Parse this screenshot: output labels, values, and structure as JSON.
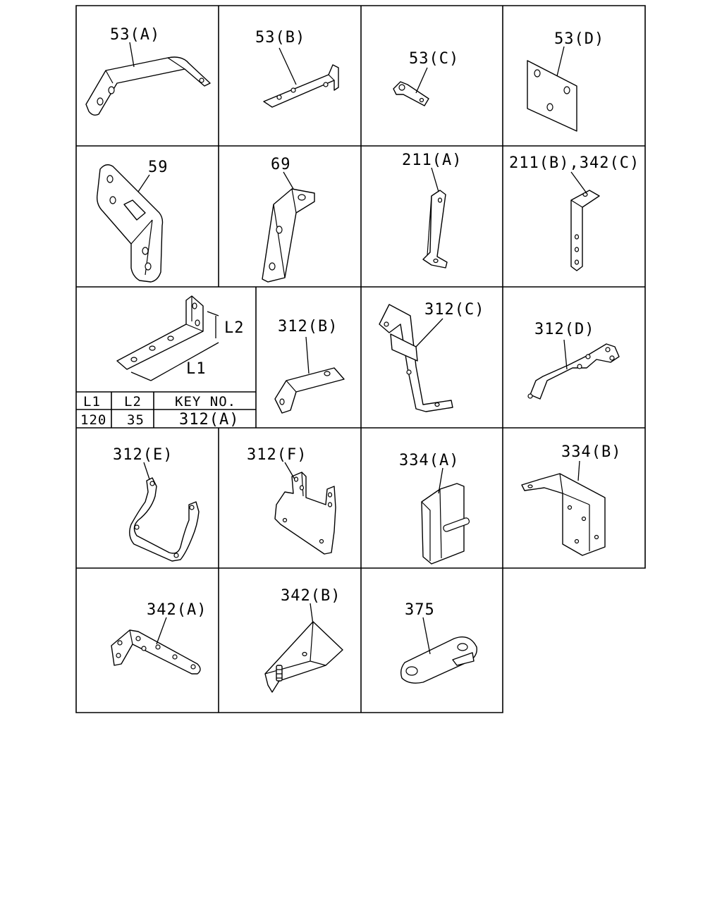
{
  "callouts": {
    "c53a": "53(A)",
    "c53b": "53(B)",
    "c53c": "53(C)",
    "c53d": "53(D)",
    "c59": "59",
    "c69": "69",
    "c211a": "211(A)",
    "c211b": "211(B),342(C)",
    "c312b": "312(B)",
    "c312c": "312(C)",
    "c312d": "312(D)",
    "c312e": "312(E)",
    "c312f": "312(F)",
    "c334a": "334(A)",
    "c334b": "334(B)",
    "c342a": "342(A)",
    "c342b": "342(B)",
    "c375": "375"
  },
  "dims": {
    "l1": "L1",
    "l2": "L2"
  },
  "dim_table": {
    "headers": [
      "L1",
      "L2",
      "KEY NO."
    ],
    "row": [
      "120",
      "35",
      "312(A)"
    ]
  }
}
